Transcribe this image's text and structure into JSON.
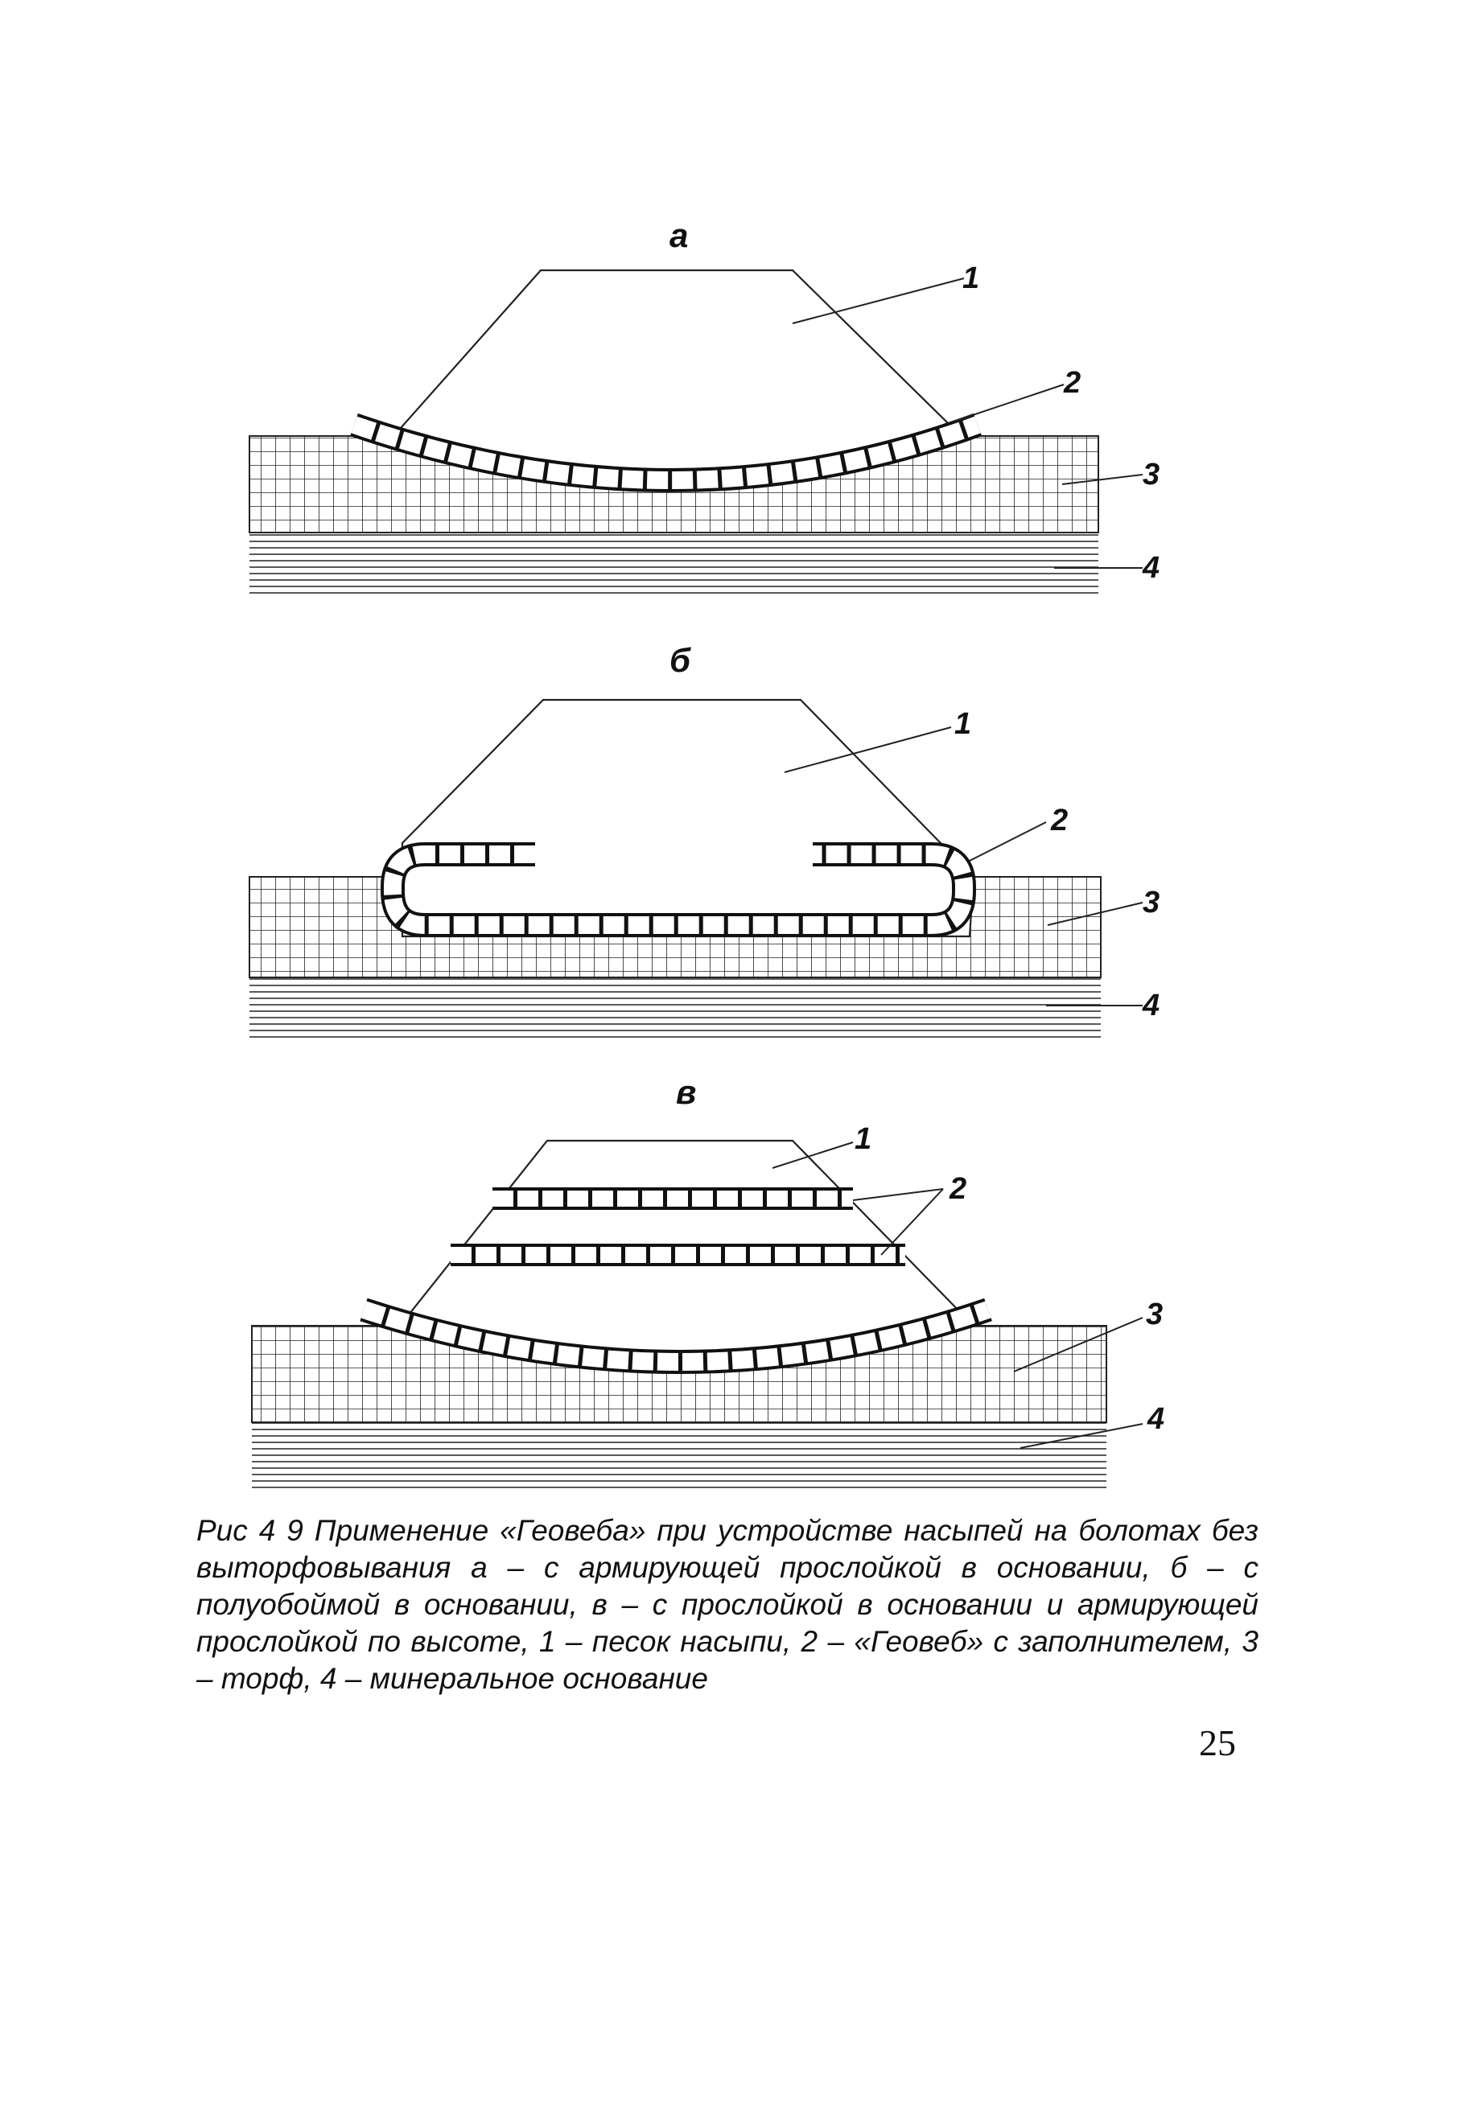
{
  "figure": {
    "panel_labels": [
      "а",
      "б",
      "в"
    ],
    "callouts": [
      "1",
      "2",
      "3",
      "4"
    ]
  },
  "caption": "Рис 4 9  Применение «Геовеба» при устройстве насыпей на болотах без выторфовывания  а – с армирующей прослойкой в основании, б – с полуобоймой в основании, в – с прослойкой в основании и армирующей прослойкой по высоте, 1 – песок насыпи, 2 – «Геовеб» с заполнителем, 3 – торф, 4 – минеральное основание",
  "page_number": "25"
}
